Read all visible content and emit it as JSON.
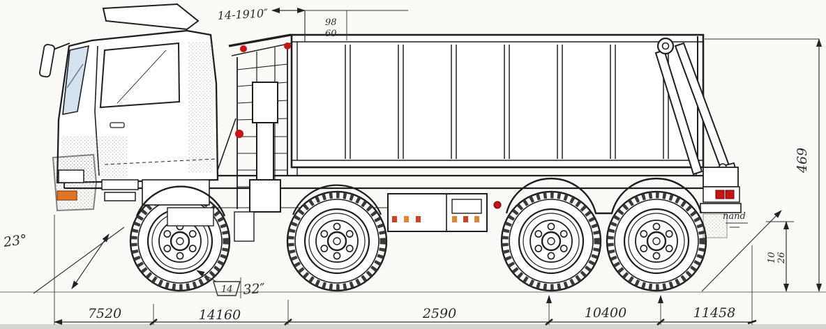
{
  "annotations": {
    "approach_angle_label": "23°",
    "top_length_dim": "14-1910″",
    "cab_rear_dim_top": "98",
    "cab_rear_dim_bottom": "60",
    "detail_callout_tag": "14",
    "detail_callout_value": "32″",
    "rear_overhang_label": "nand",
    "overall_height_dim": "469",
    "rear_height_dim_left": "10",
    "rear_height_dim_right": "26"
  },
  "bottom_dimensions": {
    "segments": [
      {
        "label": "7520"
      },
      {
        "label": "14160"
      },
      {
        "label": "2590"
      },
      {
        "label": "10400"
      },
      {
        "label": "11458"
      }
    ]
  },
  "colors": {
    "line": "#1f1f1f",
    "dimension_line": "#333333",
    "marker_red": "#c81414",
    "marker_orange": "#e07522",
    "windshield_tint": "#d3e2ee",
    "ground_gray": "#c9c9c9"
  }
}
